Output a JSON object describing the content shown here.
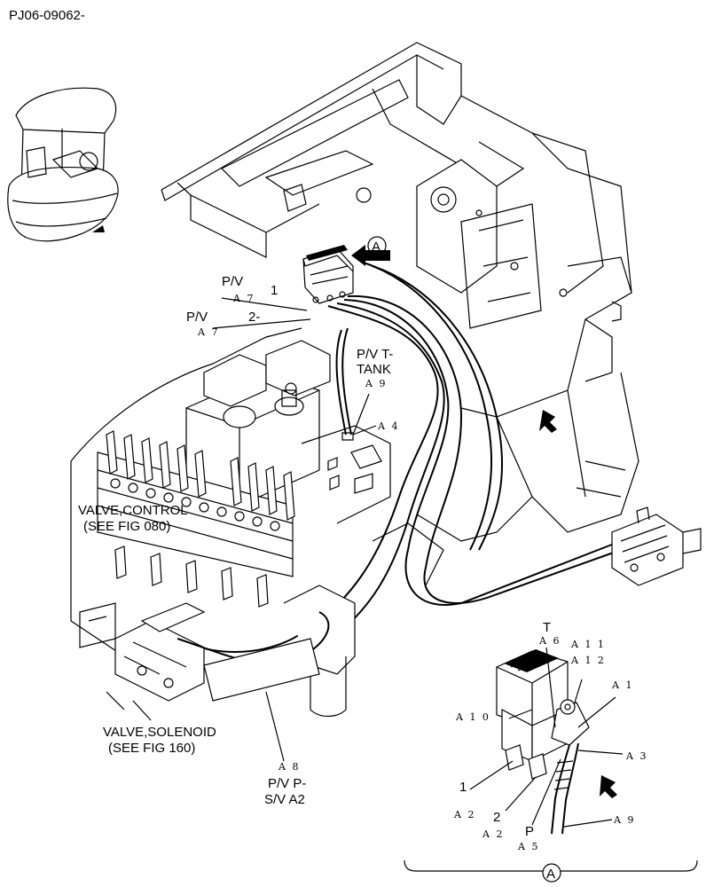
{
  "header": {
    "ref": "PJ06-09062-"
  },
  "labels": {
    "pv_a7_1": "P/V",
    "pv_a7_1_code": "A 7",
    "pv_a7_1_num": "1",
    "pv_a7_2": "P/V",
    "pv_a7_2_code": "A 7",
    "pv_a7_2_num": "2-",
    "pvt_tank_1": "P/V T-",
    "pvt_tank_2": "TANK",
    "a9_top": "A 9",
    "a4": "A 4",
    "valve_control_1": "VALVE,CONTROL",
    "valve_control_2": "(SEE FIG 080)",
    "valve_solenoid_1": "VALVE,SOLENOID",
    "valve_solenoid_2": "(SEE FIG 160)",
    "a8": "A 8",
    "pvp_1": "P/V P-",
    "pvp_2": "S/V A2",
    "t": "T",
    "a6": "A 6",
    "a11": "A 1 1",
    "a12": "A 1 2",
    "a1": "A 1",
    "a10": "A 1 0",
    "a3": "A 3",
    "d1": "1",
    "d1_code": "A 2",
    "d2": "2",
    "d2_code": "A 2",
    "p": "P",
    "p_code": "A 5",
    "a9_bottom": "A 9",
    "callout_a": "A",
    "detail_a": "A"
  }
}
